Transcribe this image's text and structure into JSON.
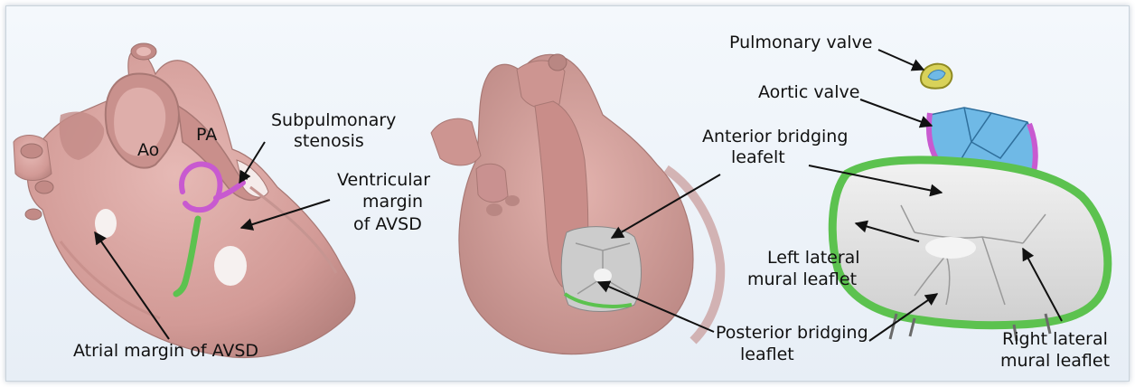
{
  "labels": {
    "ao": "Ao",
    "pa": "PA",
    "subpulmonary_1": "Subpulmonary",
    "subpulmonary_2": "stenosis",
    "ventricular_1": "Ventricular",
    "ventricular_2": "margin",
    "ventricular_3": "of AVSD",
    "asterisk": "*",
    "atrial": "Atrial margin of AVSD",
    "anterior_1": "Anterior bridging",
    "anterior_2": "leafelt",
    "posterior_1": "Posterior bridging",
    "posterior_2": "leaflet",
    "pulmonary_valve": "Pulmonary valve",
    "aortic_valve": "Aortic valve",
    "left_lateral_1": "Left lateral",
    "left_lateral_2": "mural leaflet",
    "right_lateral_1": "Right lateral",
    "right_lateral_2": "mural leaflet"
  },
  "colors": {
    "heart_tissue": "#d9a6a2",
    "heart_shadow": "#b98783",
    "annulus_green": "#5cc24f",
    "valve_magenta": "#c85ad0",
    "aortic_blue": "#6fb9e6",
    "pulmonary_yellow": "#d8d25a",
    "leaflet_gray": "#e6e6e6"
  }
}
